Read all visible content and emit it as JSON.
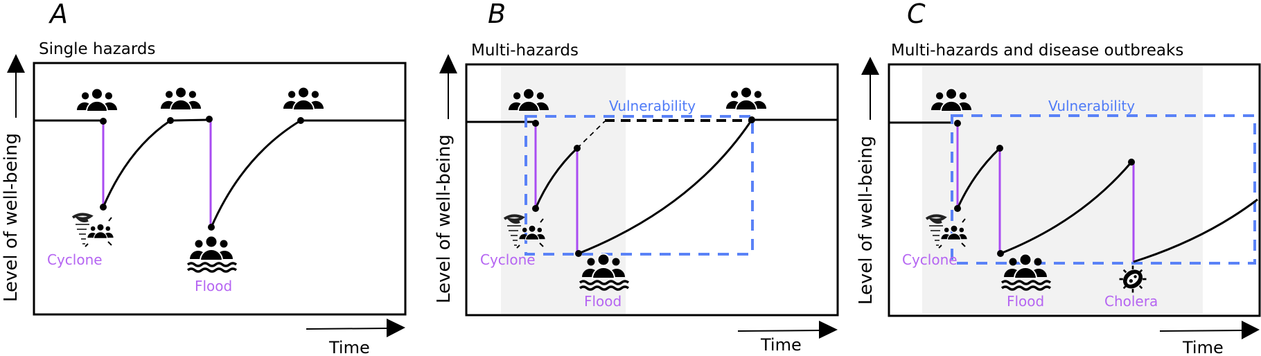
{
  "panels": [
    {
      "letter": "A",
      "title": "Single hazards",
      "hazards": [
        "Cyclone",
        "Flood"
      ]
    },
    {
      "letter": "B",
      "title": "Multi-hazards",
      "vulnerability": "Vulnerability",
      "hazards": [
        "Cyclone",
        "Flood"
      ]
    },
    {
      "letter": "C",
      "title": "Multi-hazards and disease outbreaks",
      "vulnerability": "Vulnerability",
      "hazards": [
        "Cyclone",
        "Flood",
        "Cholera"
      ]
    }
  ],
  "axes": {
    "y_label": "Level of well-being",
    "x_label": "Time"
  },
  "colors": {
    "hazard": "#a94cf2",
    "vulnerability": "#5a82f7",
    "shade": "#f2f2f2"
  }
}
